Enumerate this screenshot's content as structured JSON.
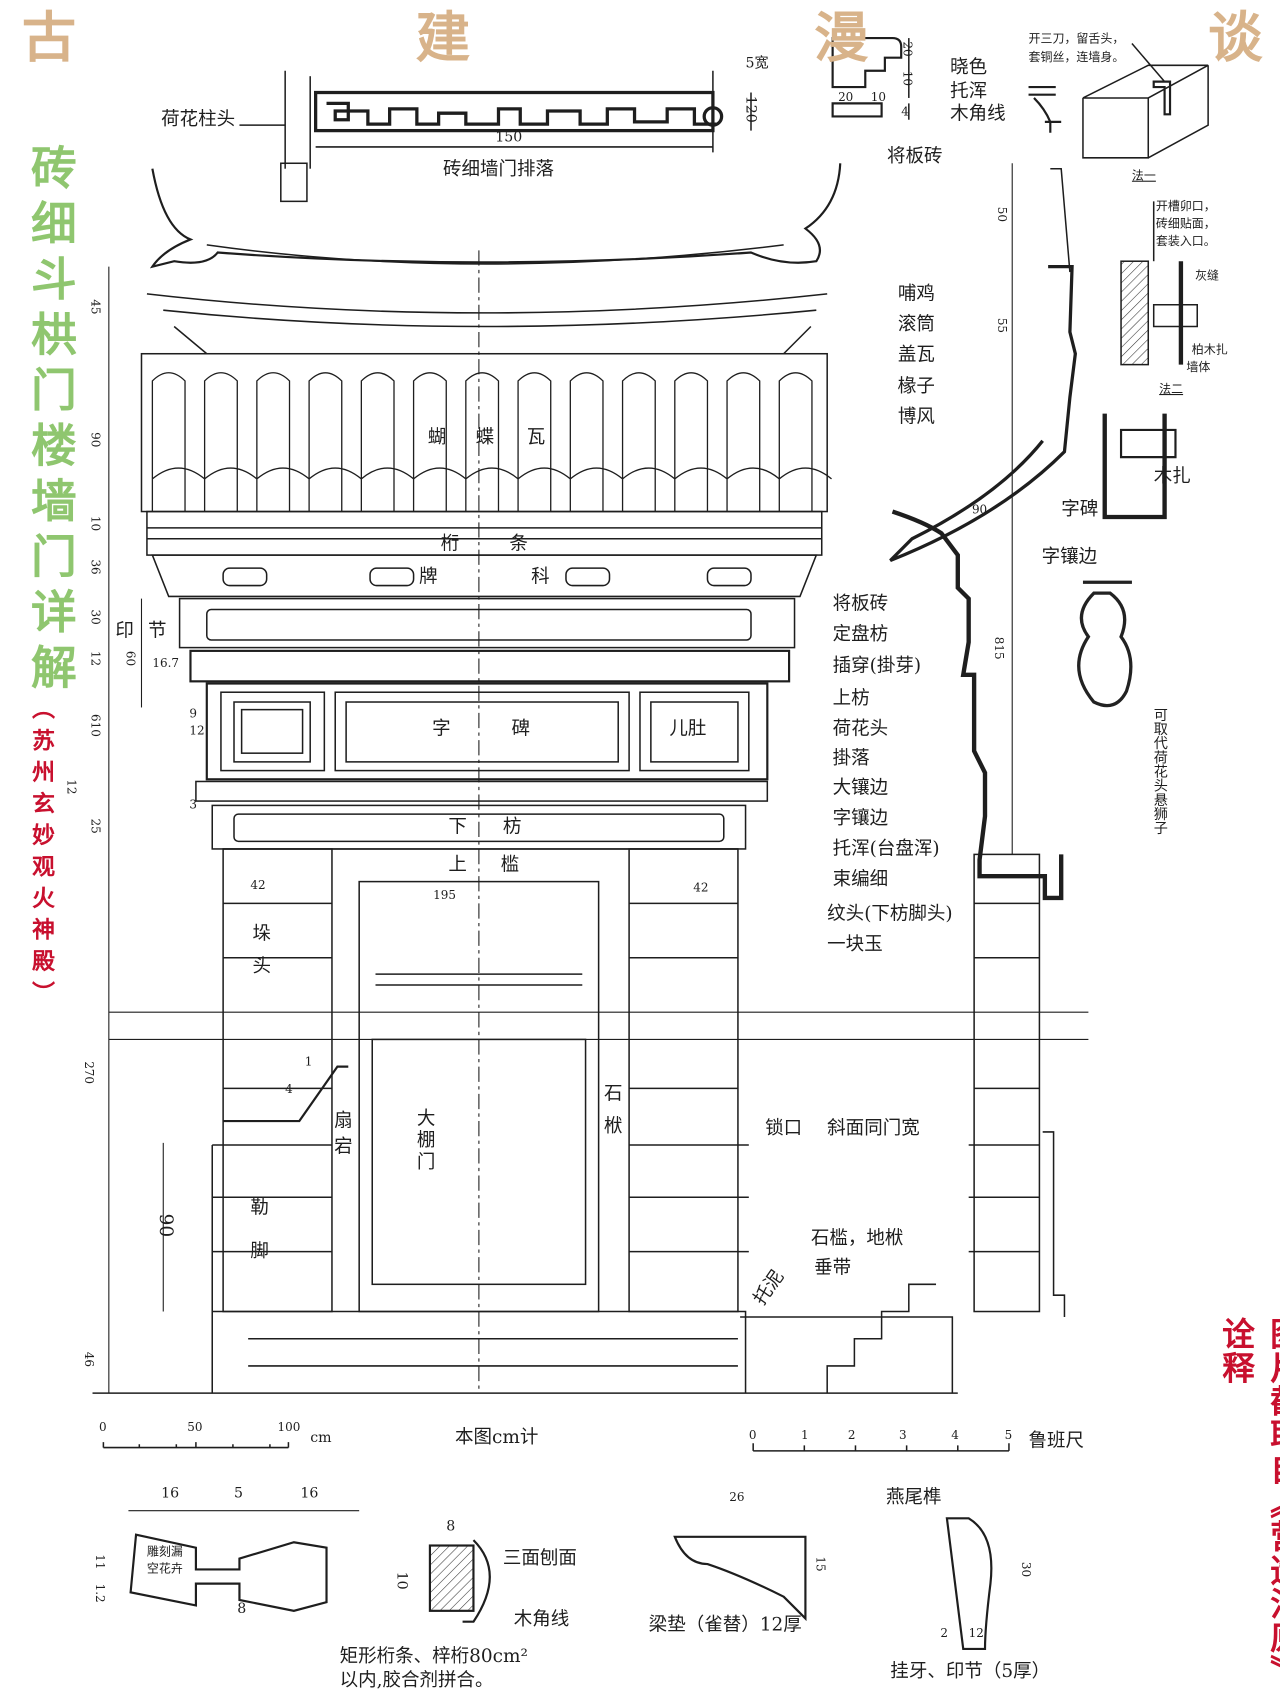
{
  "banner": {
    "chars": [
      "古",
      "建",
      "漫",
      "谈"
    ]
  },
  "side_title": "砖细斗栱门楼墙门详解",
  "side_subtitle": "（苏州玄妙观火神殿）",
  "source_note": "图片截取自《营造法原》诠释",
  "colors": {
    "banner": "#d8b38a",
    "side_title": "#8fc66f",
    "red": "#c8102e",
    "ink": "#1e1e1e"
  },
  "top": {
    "column_head": "荷花柱头",
    "width_note": "5宽",
    "height_120": "120",
    "length_150": "150",
    "frieze_caption": "砖细墙门排落",
    "profile_labels": [
      "晓色",
      "托浑",
      "木角线"
    ],
    "profile_dims": [
      "20",
      "10",
      "20",
      "10",
      "4"
    ],
    "profile_caption": "将板砖",
    "method1_note": [
      "开三刀，留舌头，",
      "套铜丝，连墙身。"
    ],
    "method1": "法一",
    "method2_note": [
      "开槽卯口，",
      "砖细贴面，",
      "套装入口。"
    ],
    "gap": "灰缝",
    "wood": "柏木扎",
    "wall": "墙体",
    "method2": "法二"
  },
  "main_labels": {
    "roof": [
      "哺鸡",
      "滚筒",
      "盖瓦",
      "椽子",
      "博风"
    ],
    "right": [
      "将板砖",
      "定盘枋",
      "插穿(掛芽)",
      "上枋",
      "荷花头",
      "掛落",
      "大镶边",
      "字镶边",
      "托浑(台盘浑)",
      "束编细",
      "纹头(下枋脚头)",
      "一块玉"
    ],
    "lower": [
      "锁口",
      "斜面同门宽",
      "石槛，地栿",
      "垂带",
      "托泥"
    ]
  },
  "in_drawing": {
    "tile": [
      "蝴",
      "蝶",
      "瓦"
    ],
    "purlin": [
      "桁",
      "条"
    ],
    "bracket": [
      "牌",
      "科"
    ],
    "yinjie": [
      "印",
      "节"
    ],
    "tablet": [
      "字",
      "碑"
    ],
    "belly": "儿肚",
    "lower_beam": [
      "下",
      "枋"
    ],
    "sill": [
      "上",
      "槛"
    ],
    "pier": [
      "垛",
      "头"
    ],
    "fan": [
      "扇",
      "宕"
    ],
    "door": [
      "大",
      "棚",
      "门"
    ],
    "stone": [
      "石",
      "栿"
    ],
    "plinth": [
      "勒",
      "脚"
    ]
  },
  "dims_left": [
    "45",
    "90",
    "10",
    "36",
    "30",
    "12",
    "610",
    "12",
    "25",
    "270",
    "90",
    "46",
    "60",
    "16.7",
    "9",
    "12",
    "3",
    "42",
    "195",
    "42",
    "1",
    "4"
  ],
  "section": {
    "d50": "50",
    "d55": "55",
    "d90": "90",
    "d815": "815",
    "tablet": "字碑",
    "border": "字镶边",
    "wood": "木扎",
    "alt_note": "可取代荷花头悬狮子"
  },
  "scales": {
    "cm_ticks": [
      "0",
      "50",
      "100"
    ],
    "cm_unit": "cm",
    "note": "本图cm计",
    "luban_ticks": [
      "0",
      "1",
      "2",
      "3",
      "4",
      "5"
    ],
    "luban_unit": "鲁班尺"
  },
  "details": {
    "hollow": {
      "dims": [
        "16",
        "5",
        "16",
        "11",
        "1.2",
        "8"
      ],
      "text": [
        "雕刻漏",
        "空花卉"
      ]
    },
    "purlin": {
      "dims": [
        "8",
        "10"
      ],
      "planed": "三面刨面",
      "corner": "木角线",
      "caption": [
        "矩形桁条、梓桁80cm²",
        "以内,胶合剂拼合。"
      ]
    },
    "corbel": {
      "dims": [
        "26",
        "15"
      ],
      "caption": "梁垫（雀替）12厚"
    },
    "hanger": {
      "tenon": "燕尾榫",
      "dims": [
        "30",
        "2",
        "12"
      ],
      "caption": "挂牙、印节（5厚）"
    }
  }
}
